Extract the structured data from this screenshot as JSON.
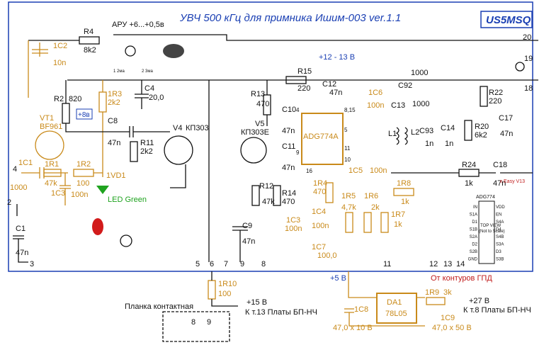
{
  "title": "УВЧ 500 кГц для примника Ишим-003 ver.1.1",
  "author_tag": "US5MSQ",
  "supply": {
    "main": "+12 - 13 В",
    "v5": "+5 В",
    "v15": "+15 В",
    "v15_note": "К т.13 Платы БП-НЧ",
    "v27": "+27 В",
    "v27_note": "К т.8 Платы БП-НЧ",
    "agc": "АРУ +6...+0,5в",
    "gpd": "От контуров ГПД",
    "plate": "Планка контактная"
  },
  "chips": {
    "adg": "ADG774A",
    "da1": "DA1",
    "da1_part": "78L05",
    "adg_side": "ADG774",
    "adg_view": "TOP VIEW",
    "adg_scale": "(Not to Scale)",
    "easy": "к Easy V13"
  },
  "transistors": {
    "vt1": "VT1",
    "vt1_part": "BF961",
    "v4": "V4",
    "v4_part": "КП303",
    "v5": "V5",
    "v5_part": "КП303Е",
    "vt1_label": "+8в"
  },
  "parts": {
    "r4": "R4",
    "r4v": "8k2",
    "c2": "1C2",
    "c2v": "10n",
    "r2": "R2",
    "r2v": "820",
    "r3": "1R3",
    "r3v": "2k2",
    "c4": "C4",
    "c4v": "20,0",
    "c8": "C8",
    "c8v": "47n",
    "r11": "R11",
    "r11v": "2k2",
    "c1a": "1C1",
    "c1av": "1000",
    "r1a": "1R1",
    "r1av": "47k",
    "r1b": "1R2",
    "r1bv": "100",
    "c3a": "1C3",
    "c3av": "100n",
    "vd1": "1VD1",
    "led": "LED Green",
    "c1": "C1",
    "c1v": "47n",
    "r15": "R15",
    "r15v": "220",
    "c12": "C12",
    "c12v": "47n",
    "r13": "R13",
    "r13v": "470",
    "c10": "C10",
    "c10v": "47n",
    "c11": "C11",
    "c11v": "47n",
    "c6": "1C6",
    "c6v": "100n",
    "c13": "C13",
    "l1": "L1",
    "l2": "L2",
    "c92": "C92",
    "c92v": "1000",
    "c1000": "1000",
    "c93": "C93",
    "c93v": "1n",
    "c14": "C14",
    "c14v": "1n",
    "r20": "R20",
    "r20v": "6k2",
    "r22": "R22",
    "r22v": "220",
    "c17": "C17",
    "c17v": "47n",
    "r12": "R12",
    "r12v": "47k",
    "r14": "R14",
    "r14v": "470",
    "c9": "C9",
    "c9v": "47n",
    "r4b": "1R4",
    "r4bv": "470",
    "c5": "1C5",
    "c5v": "100n",
    "r5": "1R5",
    "r5v": "4,7k",
    "r6": "1R6",
    "r6v": "2k",
    "r8": "1R8",
    "r8v": "1k",
    "r7": "1R7",
    "r7v": "1k",
    "c4b": "1C4",
    "c4bv": "100n",
    "c3b": "1C3",
    "c3bv": "100n",
    "c7": "1C7",
    "c7v": "100,0",
    "r24": "R24",
    "r24v": "1k",
    "c18": "C18",
    "c18v": "47n",
    "r10": "1R10",
    "r10v": "100",
    "c8b": "1C8",
    "c8bv": "47,0 х 10 В",
    "r9": "1R9",
    "r9v": "3k",
    "c9b": "1C9",
    "c9bv": "47,0 х 50 В"
  },
  "pins": {
    "adg_4": "4",
    "adg_8": "8,15",
    "adg_9": "9",
    "adg_10": "10",
    "adg_11": "11",
    "adg_16": "16",
    "adg_5": "5",
    "p2": "2",
    "p3": "3",
    "p4": "4",
    "p5": "5",
    "p6": "6",
    "p7": "7",
    "p8": "8",
    "p9": "9",
    "p11": "11",
    "p12": "12",
    "p13": "13",
    "p14": "14",
    "p18": "18",
    "p19": "19",
    "p20": "20",
    "pl8": "8",
    "pl9": "9"
  },
  "adg_left": [
    "IN",
    "S1A",
    "D1",
    "S1B",
    "S2A",
    "D2",
    "S2B",
    "GND"
  ],
  "adg_right": [
    "VDD",
    "EN",
    "S4A",
    "D4",
    "S4B",
    "S3A",
    "D3",
    "S3B"
  ],
  "misc": {
    "v2ma": "1 2ма",
    "v3ma": "2 3ма"
  },
  "colors": {
    "orange": "#c98a1a",
    "blue": "#1a3fb3",
    "red": "#c01b1b",
    "green": "#1fa31f"
  }
}
